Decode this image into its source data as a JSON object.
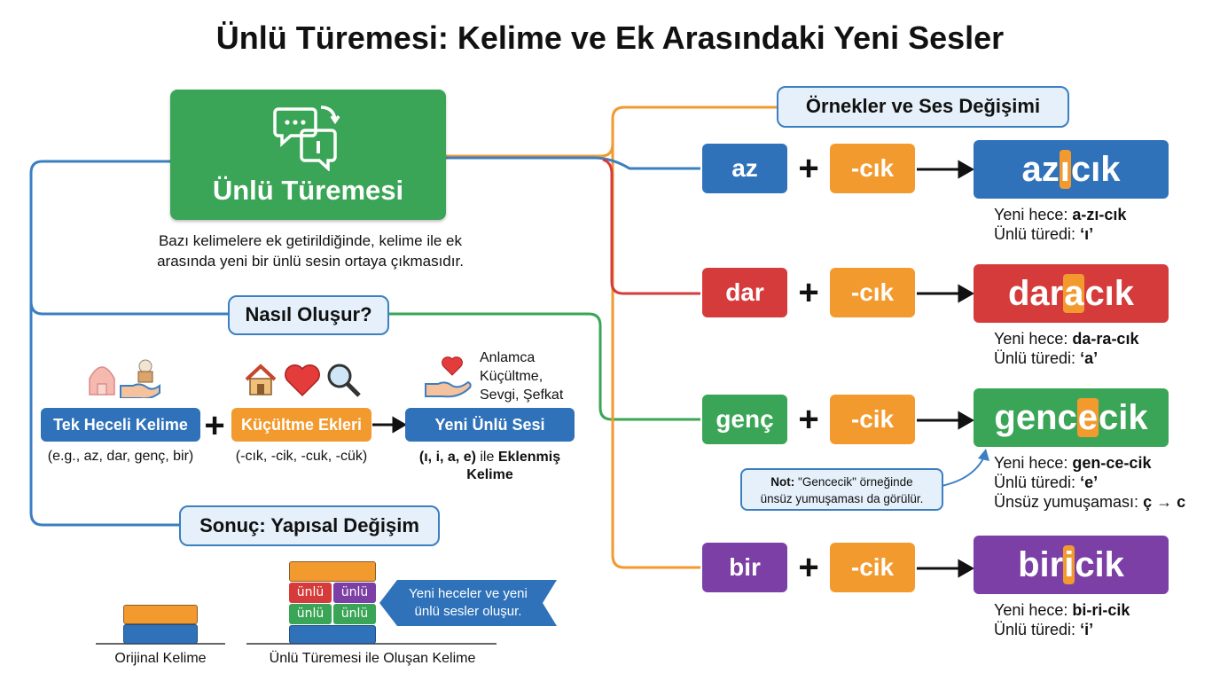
{
  "title": "Ünlü Türemesi: Kelime ve Ek Arasındaki Yeni Sesler",
  "hero": {
    "label": "Ünlü Türemesi",
    "icon": "chat-bubbles-icon",
    "description": [
      "Bazı kelimelere ek getirildiğinde, kelime ile ek",
      "arasında yeni bir ünlü sesin ortaya çıkmasıdır."
    ]
  },
  "how": {
    "title": "Nasıl Oluşur?",
    "step1": {
      "label": "Tek Heceli Kelime",
      "caption": "(e.g., az, dar, genç, bir)",
      "icons": [
        "house-icon",
        "hand-gift-icon"
      ]
    },
    "step2": {
      "label": "Küçültme Ekleri",
      "caption": "(-cık, -cik, -cuk, -cük)",
      "icons": [
        "house-icon",
        "heart-icon",
        "magnifier-icon"
      ]
    },
    "step3": {
      "label": "Yeni Ünlü Sesi",
      "caption_bold": "(ı, i, a, e)",
      "caption_mid": " ile ",
      "caption_bold2": "Eklenmiş",
      "caption_line2": "Kelime",
      "icons": [
        "heart-hand-icon"
      ]
    },
    "meaning": [
      "Anlamca",
      "Küçültme,",
      "Sevgi, Şefkat"
    ],
    "plus": "+"
  },
  "result": {
    "title": "Sonuç: Yapısal Değişim",
    "original_label": "Orijinal Kelime",
    "derived_label": "Ünlü Türemesi ile Oluşan Kelime",
    "tag": "ünlü",
    "callout": [
      "Yeni heceler ve yeni",
      "ünlü sesler oluşur."
    ]
  },
  "examples": {
    "title": "Örnekler ve Ses Değişimi",
    "items": [
      {
        "root": "az",
        "suffix": "-cık",
        "pre": "az",
        "vowel": "ı",
        "post": "cık",
        "hece_label": "Yeni hece: ",
        "hece": "a-zı-cık",
        "unlu_label": "Ünlü türedi: ",
        "unlu": "‘ı’",
        "color": "#2f72b9"
      },
      {
        "root": "dar",
        "suffix": "-cık",
        "pre": "dar",
        "vowel": "a",
        "post": "cık",
        "hece_label": "Yeni hece: ",
        "hece": "da-ra-cık",
        "unlu_label": "Ünlü türedi: ",
        "unlu": "‘a’",
        "color": "#d63b3b"
      },
      {
        "root": "genç",
        "suffix": "-cik",
        "pre": "genc",
        "vowel": "e",
        "post": "cik",
        "hece_label": "Yeni hece: ",
        "hece": "gen-ce-cik",
        "unlu_label": "Ünlü türedi: ",
        "unlu": "‘e’",
        "extra_label": "Ünsüz yumuşaması: ",
        "extra": "ç → c",
        "color": "#3aa556"
      },
      {
        "root": "bir",
        "suffix": "-cik",
        "pre": "bir",
        "vowel": "i",
        "post": "cik",
        "hece_label": "Yeni hece: ",
        "hece": "bi-ri-cik",
        "unlu_label": "Ünlü türedi: ",
        "unlu": "‘i’",
        "color": "#7b3fa6"
      }
    ],
    "plus": "+",
    "note": {
      "bold": "Not:",
      "text": " \"Gencecik\" örneğinde",
      "line2": "ünsüz yumuşaması da görülür."
    }
  },
  "colors": {
    "blue": "#2f72b9",
    "red": "#d63b3b",
    "green": "#3aa556",
    "purple": "#7b3fa6",
    "orange": "#f29a2e",
    "pill_bg": "#e5f0fa"
  }
}
